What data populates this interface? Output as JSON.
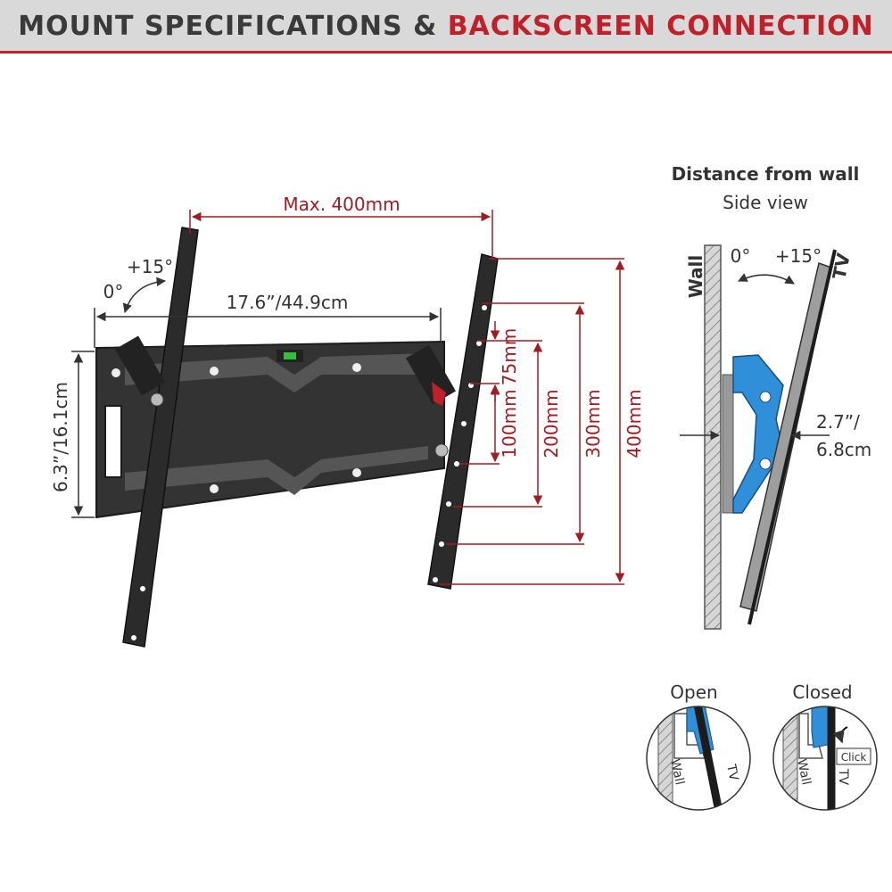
{
  "header": {
    "title_part1": "MOUNT SPECIFICATIONS &",
    "title_part2": "BACKSCREEN CONNECTION"
  },
  "front_view": {
    "max_width": "Max. 400mm",
    "wall_plate_width": "17.6”/44.9cm",
    "wall_plate_height": "6.3”/16.1cm",
    "tilt_plus": "+15°",
    "tilt_zero": "0°",
    "vesa_75": "75mm",
    "vesa_100": "100mm",
    "vesa_200": "200mm",
    "vesa_300": "300mm",
    "vesa_400": "400mm"
  },
  "side_view": {
    "title": "Distance from wall",
    "subtitle": "Side view",
    "wall_label": "Wall",
    "tv_label": "TV",
    "tilt_zero": "0°",
    "tilt_plus": "+15°",
    "distance_line1": "2.7”/",
    "distance_line2": "6.8cm"
  },
  "connection": {
    "open_label": "Open",
    "closed_label": "Closed",
    "wall_label": "Wall",
    "tv_label": "TV",
    "click_label": "Click"
  },
  "colors": {
    "accent_red": "#c0202a",
    "dimension_red": "#a01c22",
    "bracket_blue": "#2f8fd8",
    "metal_dark": "#2b2b2b"
  }
}
